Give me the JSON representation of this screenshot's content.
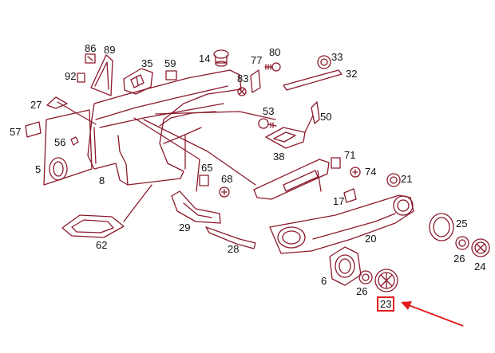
{
  "colors": {
    "line": "#8b1a2b",
    "label": "#111111",
    "highlight": "#e21c1c"
  },
  "labels": {
    "p86": "86",
    "p89": "89",
    "p35": "35",
    "p59": "59",
    "p14": "14",
    "p80": "80",
    "p77": "77",
    "p33": "33",
    "p92": "92",
    "p83": "83",
    "p32": "32",
    "p27": "27",
    "p53": "53",
    "p50": "50",
    "p57": "57",
    "p56": "56",
    "p38": "38",
    "p5": "5",
    "p8": "8",
    "p65": "65",
    "p71": "71",
    "p68": "68",
    "p74": "74",
    "p21": "21",
    "p17": "17",
    "p29": "29",
    "p25": "25",
    "p62": "62",
    "p28": "28",
    "p20": "20",
    "p26a": "26",
    "p24": "24",
    "p6": "6",
    "p26b": "26",
    "p23": "23"
  },
  "highlighted_part": "23"
}
